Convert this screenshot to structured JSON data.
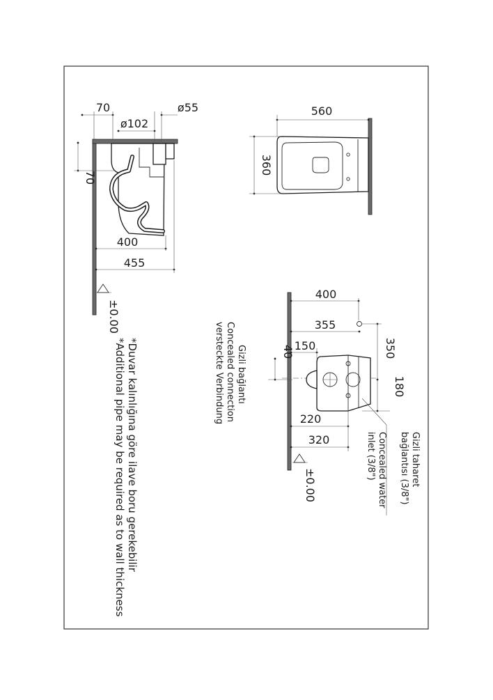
{
  "side_view": {
    "dim_70_top": "70",
    "dim_phi55": "ø55",
    "dim_phi102": "ø102",
    "dim_70_left": "70",
    "dim_400": "400",
    "dim_455": "455",
    "floor_level": "±0.00"
  },
  "top_view": {
    "dim_560": "560",
    "dim_360": "360"
  },
  "front_view": {
    "dim_400": "400",
    "dim_355": "355",
    "dim_150": "150",
    "dim_40": "40",
    "dim_350": "350",
    "dim_180": "180",
    "dim_220": "220",
    "dim_320": "320",
    "floor_level": "±0.00"
  },
  "notes": {
    "concealed_connection": [
      "Gizli  bağlantı",
      "Concealed  connection",
      "versteckte  Verbindung"
    ],
    "concealed_water": [
      "Gizli  taharet",
      "bağlantısı  (3/8\")",
      "Concealed  water",
      "inlet  (3/8\")"
    ],
    "footnote_tr": "*Duvar kalınlığına göre ilave boru gerekebilir",
    "footnote_en": "*Additional pipe may be required as to wall thickness"
  }
}
